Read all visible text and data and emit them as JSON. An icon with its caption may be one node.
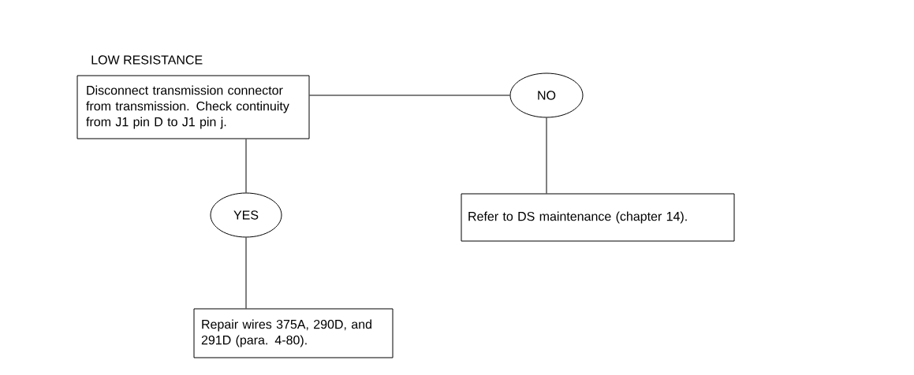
{
  "diagram": {
    "title": "LOW RESISTANCE",
    "nodes": [
      {
        "text": [
          "Disconnect transmission connector from transmission. Check continuity from J1 pin D to J1 pin j."
        ]
      },
      {
        "text": [
          "NO"
        ]
      },
      {
        "text": [
          "YES"
        ]
      },
      {
        "text": [
          "Refer to DS maintenance (chapter 14)."
        ]
      },
      {
        "text": [
          "Repair wires 375A, 290D, and 291D (para. 4-80)."
        ]
      }
    ],
    "edges": [
      {
        "from": 0,
        "to": 1,
        "arrow": "none"
      },
      {
        "from": 1,
        "to": 3,
        "arrow": "none"
      },
      {
        "from": 0,
        "to": 2,
        "arrow": "none"
      },
      {
        "from": 2,
        "to": 4,
        "arrow": "none"
      }
    ]
  }
}
